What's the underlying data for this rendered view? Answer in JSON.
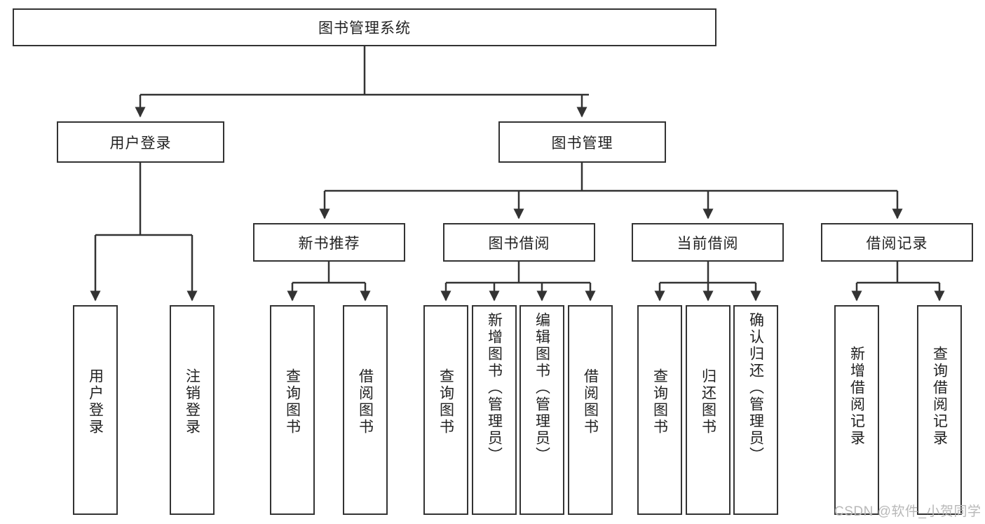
{
  "diagram": {
    "title": "图书管理系统",
    "type": "tree",
    "colors": {
      "box_border": "#333333",
      "box_fill": "#ffffff",
      "edge": "#333333",
      "text": "#222222",
      "watermark": "#b8b8b8",
      "background": "#ffffff"
    },
    "root": {
      "label": "图书管理系统"
    },
    "level2": [
      {
        "label": "用户登录"
      },
      {
        "label": "图书管理"
      }
    ],
    "level3": [
      {
        "label": "新书推荐"
      },
      {
        "label": "图书借阅"
      },
      {
        "label": "当前借阅"
      },
      {
        "label": "借阅记录"
      }
    ],
    "leaves": {
      "user_login": [
        {
          "label": "用户登录"
        },
        {
          "label": "注销登录"
        }
      ],
      "new_book_recommend": [
        {
          "label": "查询图书"
        },
        {
          "label": "借阅图书"
        }
      ],
      "book_borrow": [
        {
          "label": "查询图书"
        },
        {
          "label": "新增图书（管理员）"
        },
        {
          "label": "编辑图书（管理员）"
        },
        {
          "label": "借阅图书"
        }
      ],
      "current_borrow": [
        {
          "label": "查询图书"
        },
        {
          "label": "归还图书"
        },
        {
          "label": "确认归还（管理员）"
        }
      ],
      "borrow_record": [
        {
          "label": "新增借阅记录"
        },
        {
          "label": "查询借阅记录"
        }
      ]
    }
  },
  "watermark": {
    "text": "CSDN @软件_小贺同学"
  }
}
